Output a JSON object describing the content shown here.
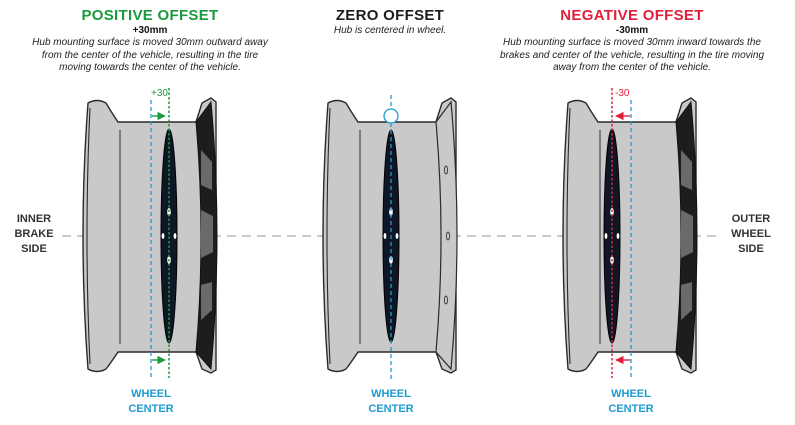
{
  "positive": {
    "title": "POSITIVE OFFSET",
    "value": "+30mm",
    "description": "Hub mounting surface is moved 30mm outward away from the center of the vehicle, resulting in the tire moving towards the center of the vehicle.",
    "marker": "+30",
    "color": "#1a9a3c"
  },
  "zero": {
    "title": "ZERO OFFSET",
    "description": "Hub is centered in wheel."
  },
  "negative": {
    "title": "NEGATIVE OFFSET",
    "value": "-30mm",
    "description": "Hub mounting surface is moved 30mm inward towards the brakes and center of the vehicle, resulting in the tire moving away from the center of the vehicle.",
    "marker": "-30",
    "color": "#e0203a"
  },
  "labels": {
    "inner": "INNER BRAKE SIDE",
    "outer": "OUTER WHEEL SIDE",
    "wheel_center": "WHEEL CENTER"
  },
  "colors": {
    "center_line": "#1e9ad3",
    "rim_fill": "#c9c9c9",
    "rim_outline": "#2a2a2a",
    "hub_dark": "#0f1626",
    "axis_line": "#aaaaaa"
  }
}
